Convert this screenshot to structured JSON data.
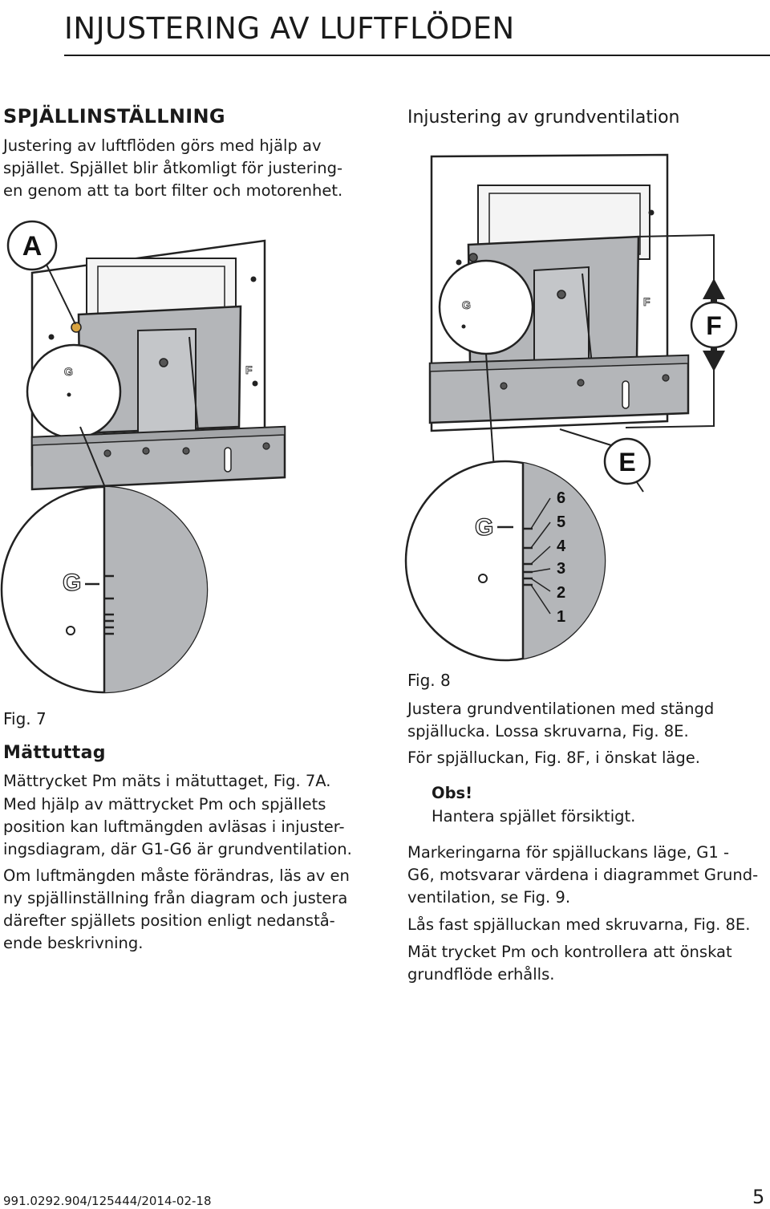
{
  "header": {
    "title": "INJUSTERING AV LUFTFLÖDEN"
  },
  "left": {
    "heading": "SPJÄLLINSTÄLLNING",
    "intro": [
      "Justering av luftflöden görs med hjälp av",
      "spjället. Spjället blir åtkomligt för justering-",
      "en genom att ta bort filter och motorenhet."
    ],
    "fig_label": "Fig. 7",
    "subheading": "Mättuttag",
    "para1": "Mättrycket Pm mäts i mätuttaget, Fig. 7A.",
    "para2": [
      "Med hjälp av mättrycket Pm och spjällets",
      "position kan luftmängden avläsas i injuster-",
      "ingsdiagram, där G1-G6 är grundventilation."
    ],
    "para3": [
      "Om luftmängden måste förändras, läs av en",
      "ny spjällinställning från diagram och justera",
      "därefter spjällets position enligt nedanstå-",
      "ende beskrivning."
    ]
  },
  "right": {
    "caption": "Injustering av grundventilation",
    "fig_label": "Fig. 8",
    "para1": [
      "Justera grundventilationen med stängd",
      "spjällucka. Lossa skruvarna, Fig. 8E."
    ],
    "para2": "För spjälluckan, Fig. 8F, i önskat läge.",
    "note_title": "Obs!",
    "note_text": "Hantera spjället försiktigt.",
    "para3": [
      "Markeringarna för spjälluckans läge, G1 -",
      "G6, motsvarar värdena i diagrammet Grund-",
      "ventilation, se Fig. 9."
    ],
    "para4": "Lås fast spjälluckan med skruvarna, Fig. 8E.",
    "para5": [
      "Mät trycket Pm och kontrollera att önskat",
      "grundflöde erhålls."
    ]
  },
  "figure7": {
    "callout_a": "A",
    "mark_g": "G",
    "mark_f": "F"
  },
  "figure8": {
    "callout_e": "E",
    "callout_f": "F",
    "mark_g": "G",
    "mark_f": "F",
    "scale": [
      "6",
      "5",
      "4",
      "3",
      "2",
      "1"
    ]
  },
  "footer": {
    "doc_id": "991.0292.904/125444/2014-02-18",
    "page_number": "5"
  }
}
